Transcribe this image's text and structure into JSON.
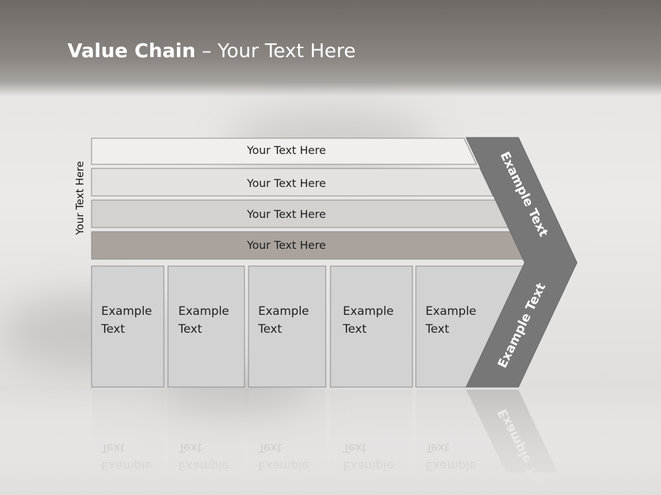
{
  "title": {
    "bold": "Value Chain",
    "rest": " – Your Text Here"
  },
  "side_label": "Your Text Here",
  "bands": [
    {
      "label": "Your Text Here",
      "fill": "#f0efee"
    },
    {
      "label": "Your Text Here",
      "fill": "#e4e2e0"
    },
    {
      "label": "Your Text Here",
      "fill": "#d4d1ce"
    },
    {
      "label": "Your Text Here",
      "fill": "#aaa39d"
    }
  ],
  "columns": [
    {
      "line1": "Example",
      "line2": "Text"
    },
    {
      "line1": "Example",
      "line2": "Text"
    },
    {
      "line1": "Example",
      "line2": "Text"
    },
    {
      "line1": "Example",
      "line2": "Text"
    },
    {
      "line1": "Example",
      "line2": "Text"
    }
  ],
  "arrow": {
    "upper_text": "Example Text",
    "lower_text": "Example Text",
    "fill": "#777777"
  },
  "colors": {
    "column_fill": "#d2d2d2",
    "stroke": "#8a8a8a"
  }
}
